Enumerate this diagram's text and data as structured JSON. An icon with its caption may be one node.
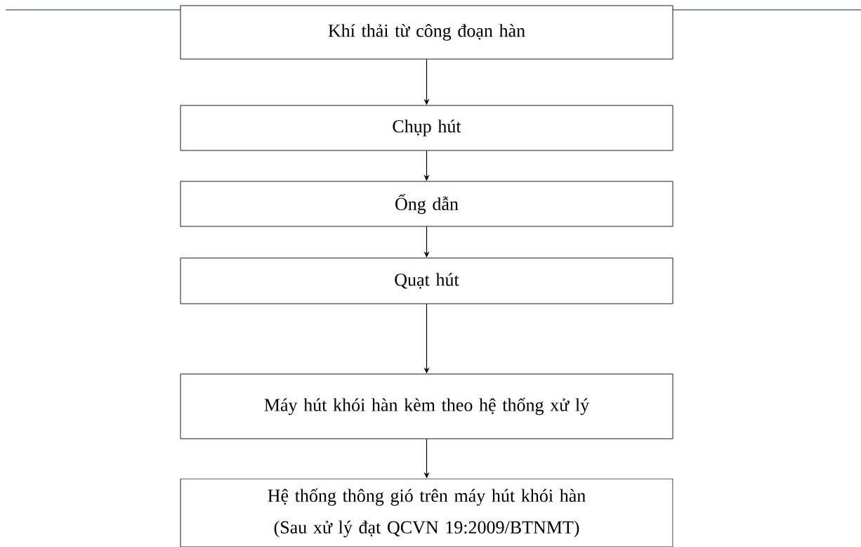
{
  "diagram": {
    "nodes": [
      {
        "text": [
          "Khí thải từ công đoạn hàn"
        ]
      },
      {
        "text": [
          "Chụp hút"
        ]
      },
      {
        "text": [
          "Ống dẫn"
        ]
      },
      {
        "text": [
          "Quạt hút"
        ]
      },
      {
        "text": [
          "Máy hút khói hàn kèm theo hệ thống xử lý"
        ]
      },
      {
        "text": [
          "Hệ thống thông gió trên máy hút khói hàn (Sau xử lý đạt QCVN 19:2009/BTNMT)"
        ]
      }
    ],
    "edges": [
      {
        "from": 0,
        "to": 1,
        "arrow": "to"
      },
      {
        "from": 1,
        "to": 2,
        "arrow": "to"
      },
      {
        "from": 2,
        "to": 3,
        "arrow": "to"
      },
      {
        "from": 3,
        "to": 4,
        "arrow": "to"
      },
      {
        "from": 4,
        "to": 5,
        "arrow": "to"
      }
    ]
  }
}
